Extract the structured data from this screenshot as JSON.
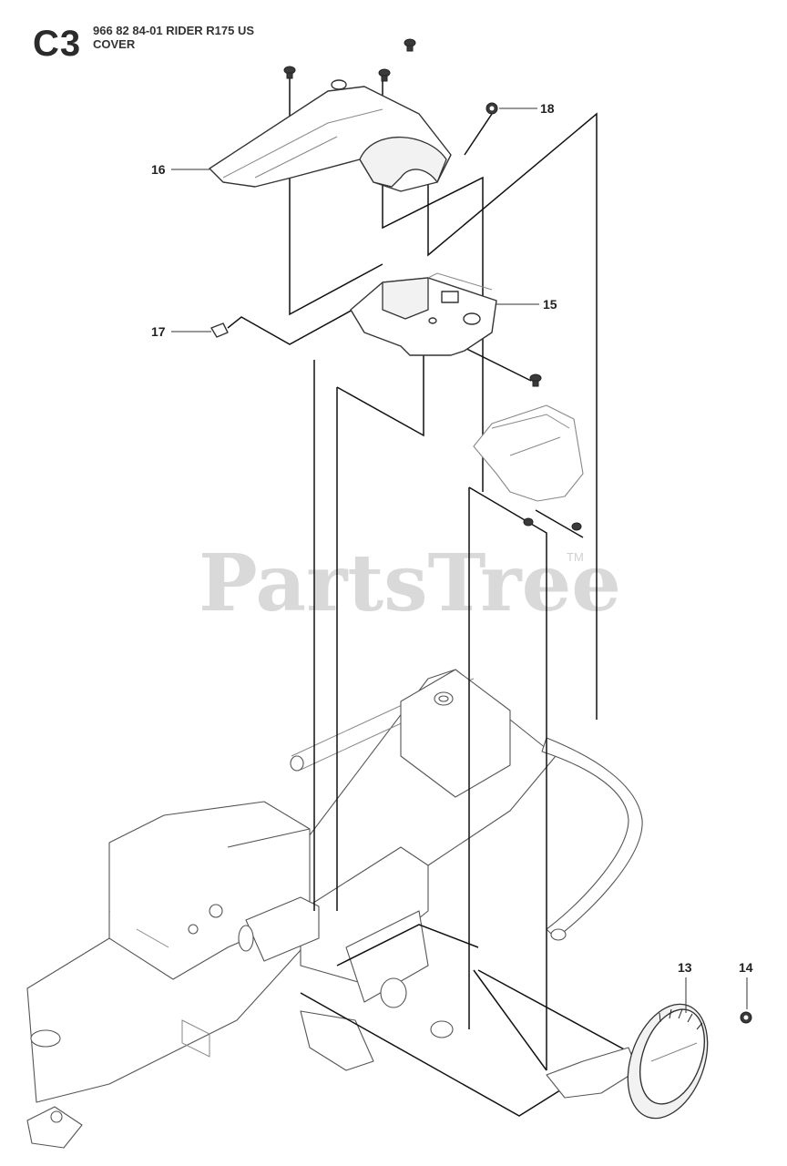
{
  "header": {
    "section_code": "C3",
    "model_line": "966 82 84-01 RIDER R175 US",
    "section_name": "COVER"
  },
  "watermark": {
    "text": "PartsTree",
    "trademark": "TM"
  },
  "callouts": [
    {
      "id": "13",
      "label": "13"
    },
    {
      "id": "14",
      "label": "14"
    },
    {
      "id": "15",
      "label": "15"
    },
    {
      "id": "16",
      "label": "16"
    },
    {
      "id": "17",
      "label": "17"
    },
    {
      "id": "18",
      "label": "18"
    }
  ]
}
